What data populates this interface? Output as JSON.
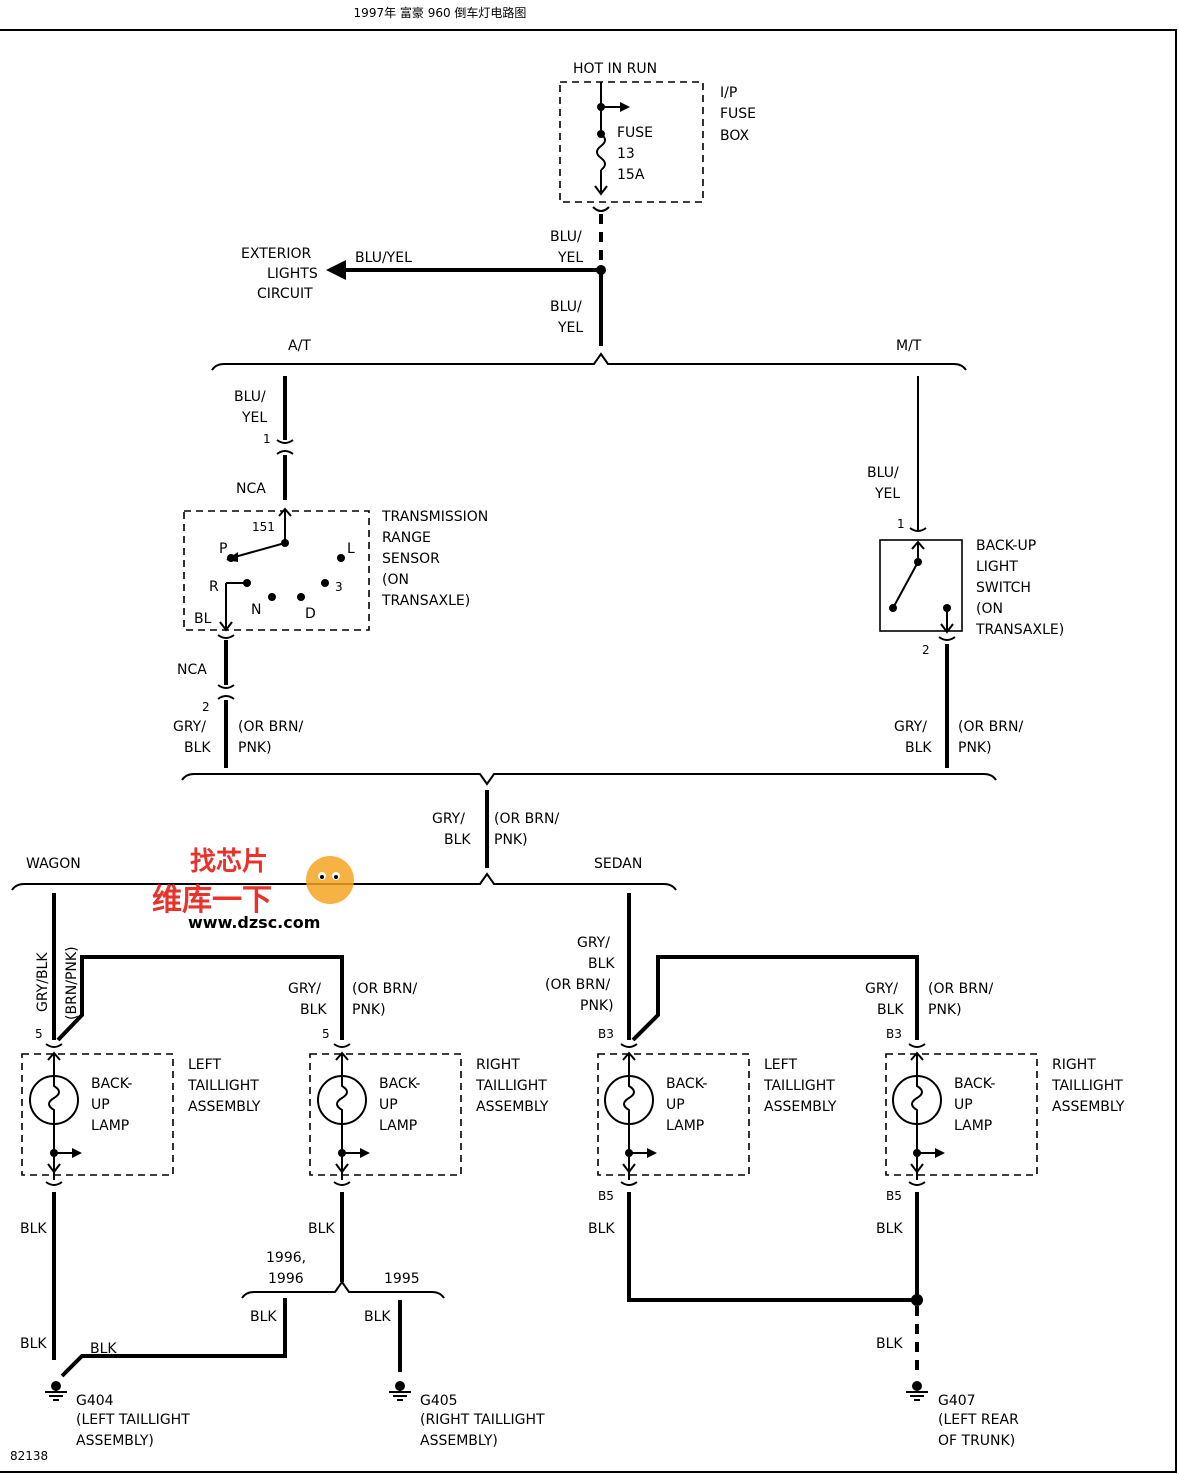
{
  "header": {
    "title": "1997年 富豪 960 倒车灯电路图"
  },
  "diagram_id": "82138",
  "power": {
    "hot_label": "HOT IN RUN",
    "fuse_box_label": [
      "I/P",
      "FUSE",
      "BOX"
    ],
    "fuse_label": [
      "FUSE",
      "13",
      "15A"
    ]
  },
  "wires": {
    "blu_yel": [
      "BLU/",
      "YEL"
    ],
    "blu_yel_inline": "BLU/YEL",
    "gry_blk": [
      "GRY/",
      "BLK"
    ],
    "or_brn_pnk": [
      "(OR BRN/",
      "PNK)"
    ],
    "gry_blk_vertical": "GRY/BLK",
    "brn_pnk_vertical": "(BRN/PNK)",
    "blk": "BLK"
  },
  "exterior_lights": [
    "EXTERIOR",
    "LIGHTS",
    "CIRCUIT"
  ],
  "branches": {
    "at": "A/T",
    "mt": "M/T",
    "wagon": "WAGON",
    "sedan": "SEDAN"
  },
  "connectors": {
    "nca": "NCA",
    "pin1": "1",
    "pin2": "2",
    "pin5": "5",
    "b3": "B3",
    "b5": "B5",
    "pin151": "151"
  },
  "trs": {
    "label": [
      "TRANSMISSION",
      "RANGE",
      "SENSOR",
      "(ON",
      "TRANSAXLE)"
    ],
    "positions": {
      "p": "P",
      "r": "R",
      "n": "N",
      "d": "D",
      "three": "3",
      "l": "L",
      "bl": "BL"
    }
  },
  "backup_switch": {
    "label": [
      "BACK-UP",
      "LIGHT",
      "SWITCH",
      "(ON",
      "TRANSAXLE)"
    ]
  },
  "lamp": {
    "label": [
      "BACK-",
      "UP",
      "LAMP"
    ]
  },
  "assemblies": {
    "left": [
      "LEFT",
      "TAILLIGHT",
      "ASSEMBLY"
    ],
    "right": [
      "RIGHT",
      "TAILLIGHT",
      "ASSEMBLY"
    ]
  },
  "years": {
    "y9396": [
      "1996,",
      "1996"
    ],
    "y95": "1995"
  },
  "grounds": {
    "g404": {
      "id": "G404",
      "desc": [
        "(LEFT TAILLIGHT",
        "ASSEMBLY)"
      ]
    },
    "g405": {
      "id": "G405",
      "desc": [
        "(RIGHT TAILLIGHT",
        "ASSEMBLY)"
      ]
    },
    "g407": {
      "id": "G407",
      "desc": [
        "(LEFT REAR",
        "OF TRUNK)"
      ]
    }
  },
  "watermark": {
    "top": "找芯片",
    "middle": "维库一下",
    "url": "www.dzsc.com"
  },
  "colors": {
    "ink": "#000000",
    "background": "#ffffff",
    "watermark_red": "#e8322a",
    "watermark_orange": "#f5a623"
  }
}
